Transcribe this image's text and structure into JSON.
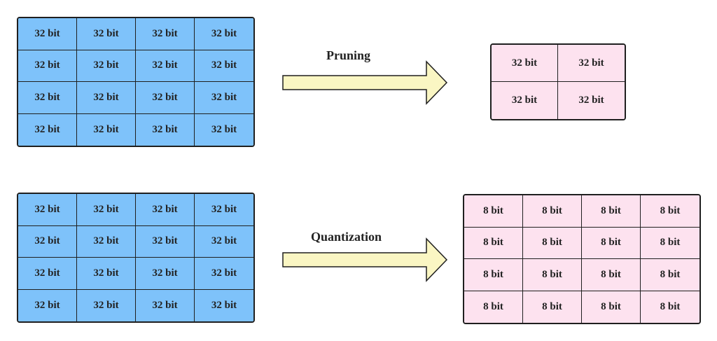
{
  "colors": {
    "original_fill": "#7EC2FA",
    "compressed_fill": "#FDE2EF",
    "arrow_fill": "#FAF6C3",
    "border": "#1F1F1F"
  },
  "pruning": {
    "label": "Pruning",
    "original_cells": [
      "32 bit",
      "32 bit",
      "32 bit",
      "32 bit",
      "32 bit",
      "32 bit",
      "32 bit",
      "32 bit",
      "32 bit",
      "32 bit",
      "32 bit",
      "32 bit",
      "32 bit",
      "32 bit",
      "32 bit",
      "32 bit"
    ],
    "result_cells": [
      "32 bit",
      "32 bit",
      "32 bit",
      "32 bit"
    ]
  },
  "quantization": {
    "label": "Quantization",
    "original_cells": [
      "32 bit",
      "32 bit",
      "32 bit",
      "32 bit",
      "32 bit",
      "32 bit",
      "32 bit",
      "32 bit",
      "32 bit",
      "32 bit",
      "32 bit",
      "32 bit",
      "32 bit",
      "32 bit",
      "32 bit",
      "32 bit"
    ],
    "result_cells": [
      "8 bit",
      "8 bit",
      "8 bit",
      "8 bit",
      "8 bit",
      "8 bit",
      "8 bit",
      "8 bit",
      "8 bit",
      "8 bit",
      "8 bit",
      "8 bit",
      "8 bit",
      "8 bit",
      "8 bit",
      "8 bit"
    ]
  },
  "icons": {
    "arrow": "right-arrow-icon"
  }
}
